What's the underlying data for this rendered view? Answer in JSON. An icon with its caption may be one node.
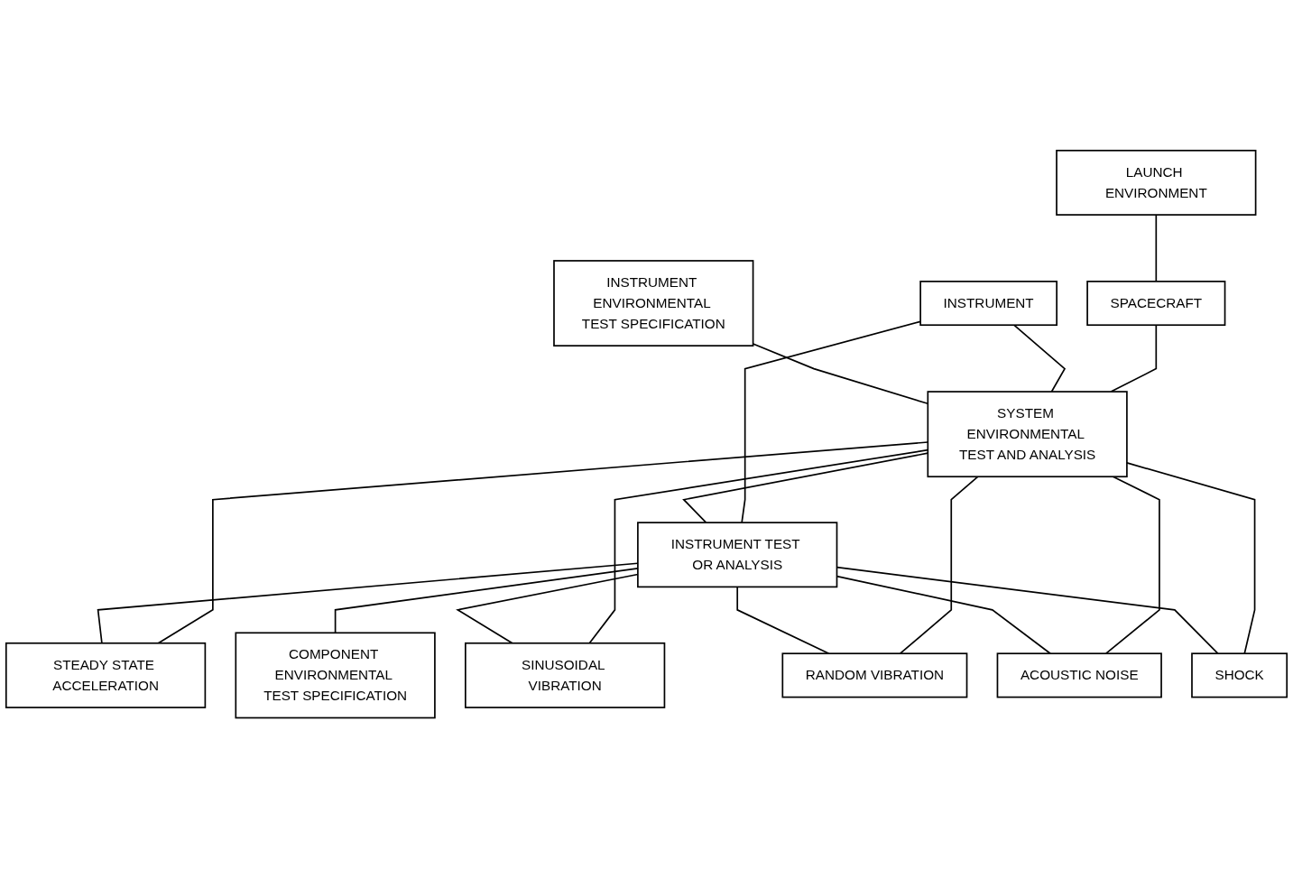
{
  "diagram": {
    "nodes": [
      {
        "text": [
          "LAUNCH ENVIRONMENT"
        ]
      },
      {
        "text": [
          "SPACECRAFT"
        ]
      },
      {
        "text": [
          "INSTRUMENT"
        ]
      },
      {
        "text": [
          "INSTRUMENT ENVIRONMENTAL TEST SPECIFICATION"
        ]
      },
      {
        "text": [
          "SYSTEM ENVIRONMENTAL TEST AND ANALYSIS"
        ]
      },
      {
        "text": [
          "INSTRUMENT TEST OR ANALYSIS"
        ]
      },
      {
        "text": [
          "COMPONENT ENVIRONMENTAL TEST SPECIFICATION"
        ]
      },
      {
        "text": [
          "STEADY STATE ACCELERATION"
        ]
      },
      {
        "text": [
          "SINUSOIDAL VIBRATION"
        ]
      },
      {
        "text": [
          "RANDOM VIBRATION"
        ]
      },
      {
        "text": [
          "ACOUSTIC NOISE"
        ]
      },
      {
        "text": [
          "SHOCK"
        ]
      }
    ],
    "edges": [
      {
        "from": 0,
        "to": 1,
        "arrow": "none"
      },
      {
        "from": 1,
        "to": 4,
        "arrow": "none"
      },
      {
        "from": 2,
        "to": 4,
        "arrow": "none"
      },
      {
        "from": 3,
        "to": 4,
        "arrow": "none"
      },
      {
        "from": 2,
        "to": 5,
        "arrow": "none"
      },
      {
        "from": 4,
        "to": 5,
        "arrow": "none"
      },
      {
        "from": 5,
        "to": 6,
        "arrow": "none"
      },
      {
        "from": 4,
        "to": 7,
        "arrow": "none"
      },
      {
        "from": 4,
        "to": 8,
        "arrow": "none"
      },
      {
        "from": 4,
        "to": 9,
        "arrow": "none"
      },
      {
        "from": 4,
        "to": 10,
        "arrow": "none"
      },
      {
        "from": 4,
        "to": 11,
        "arrow": "none"
      },
      {
        "from": 5,
        "to": 7,
        "arrow": "none"
      },
      {
        "from": 5,
        "to": 8,
        "arrow": "none"
      },
      {
        "from": 5,
        "to": 9,
        "arrow": "none"
      },
      {
        "from": 5,
        "to": 10,
        "arrow": "none"
      },
      {
        "from": 5,
        "to": 11,
        "arrow": "none"
      }
    ]
  }
}
